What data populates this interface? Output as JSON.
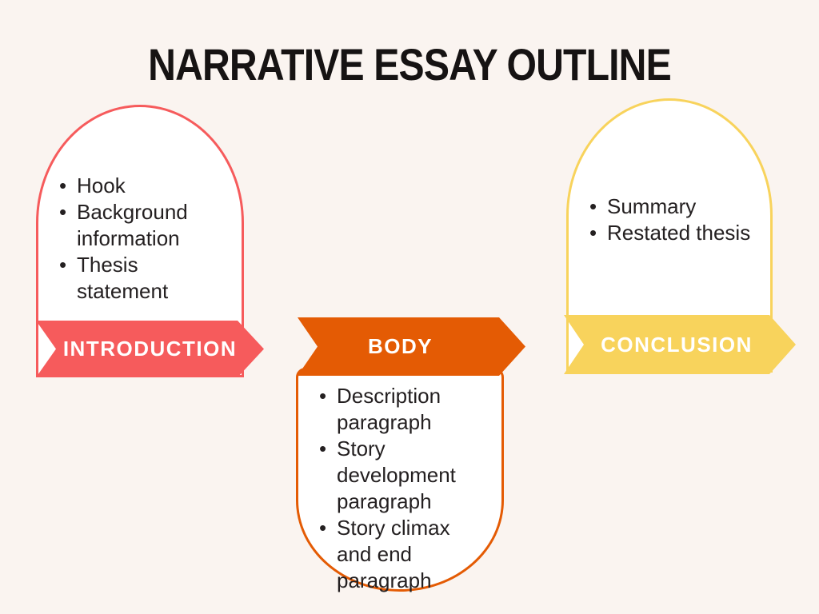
{
  "title": "NARRATIVE ESSAY OUTLINE",
  "colors": {
    "background": "#FAF4F0",
    "introduction_accent": "#F65B5C",
    "body_accent": "#E45B04",
    "conclusion_accent": "#F8D35C",
    "label_text": "#FFFFFF",
    "body_text": "#242021"
  },
  "bullet_glyph": "•",
  "sections": [
    {
      "label": "INTRODUCTION",
      "items": [
        "Hook",
        "Background information",
        "Thesis statement"
      ]
    },
    {
      "label": "BODY",
      "items": [
        "Description paragraph",
        "Story development paragraph",
        "Story climax and end paragraph"
      ]
    },
    {
      "label": "CONCLUSION",
      "items": [
        "Summary",
        "Restated thesis"
      ]
    }
  ]
}
